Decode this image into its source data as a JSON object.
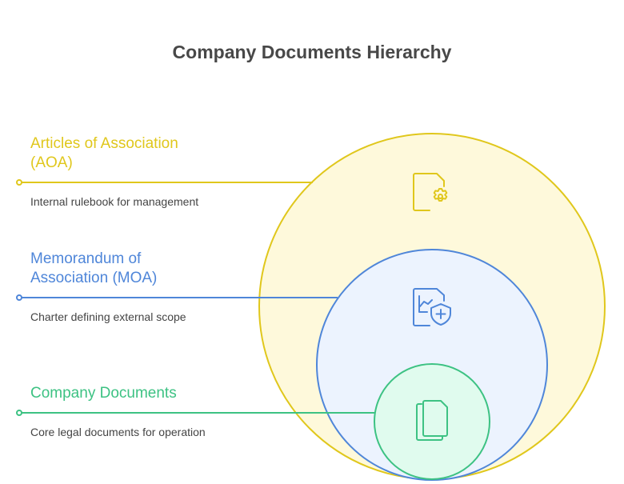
{
  "title": "Company Documents Hierarchy",
  "levels": [
    {
      "id": "aoa",
      "title_lines": [
        "Articles of Association",
        "(AOA)"
      ],
      "description": "Internal rulebook for management",
      "icon": "document-gear-icon",
      "stroke": "#e0c71c",
      "fill": "#fef9db"
    },
    {
      "id": "moa",
      "title_lines": [
        "Memorandum of",
        "Association (MOA)"
      ],
      "description": "Charter defining external scope",
      "icon": "document-chart-shield-icon",
      "stroke": "#4f86d9",
      "fill": "#ecf3fe"
    },
    {
      "id": "company-docs",
      "title_lines": [
        "Company Documents"
      ],
      "description": "Core legal documents for operation",
      "icon": "documents-copy-icon",
      "stroke": "#3dc283",
      "fill": "#e0fbee"
    }
  ]
}
